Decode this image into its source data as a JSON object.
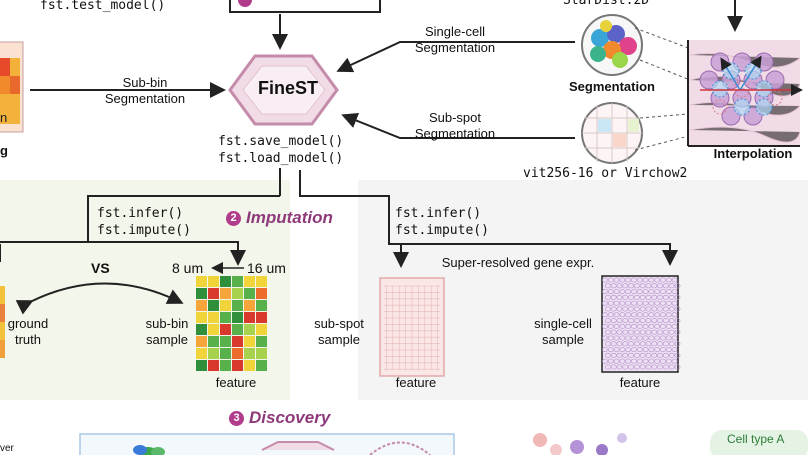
{
  "header": {
    "train_func": "fst.test_model()",
    "stardist": "StarDist.2D"
  },
  "center": {
    "name": "FineST",
    "save_func": "fst.save_model()",
    "load_func": "fst.load_model()"
  },
  "left_top": {
    "subbin_seg": "Sub-bin\nSegmentation",
    "partial_letter_1": "n",
    "partial_letter_2": "g"
  },
  "right_top": {
    "single_cell_seg": "Single-cell\nSegmentation",
    "sub_spot_seg": "Sub-spot\nSegmentation",
    "segmentation": "Segmentation",
    "interpolation": "Interpolation",
    "models": "vit256-16 or Virchow2"
  },
  "imputation": {
    "step_num": "2",
    "title": "Imputation",
    "left_funcs": "fst.infer()\nfst.impute()",
    "right_funcs": "fst.infer()\nfst.impute()",
    "vs": "VS",
    "res_8": "8 um",
    "res_16": "16 um",
    "ground_truth": "ground\ntruth",
    "subbin_sample": "sub-bin\nsample",
    "feature_1": "feature",
    "super_resolved": "Super-resolved gene expr.",
    "subspot_sample": "sub-spot\nsample",
    "feature_2": "feature",
    "singlecell_sample": "single-cell\nsample",
    "feature_3": "feature"
  },
  "discovery": {
    "step_num": "3",
    "title": "Discovery",
    "left_partial": "ver",
    "cell_type": "Cell type A"
  },
  "colors": {
    "accent": "#8e3a7a",
    "hexagon_fill": "#f1dbe6",
    "hexagon_border": "#c58bab",
    "left_panel": "#f3f6ea",
    "right_panel": "#f5f5f5"
  }
}
